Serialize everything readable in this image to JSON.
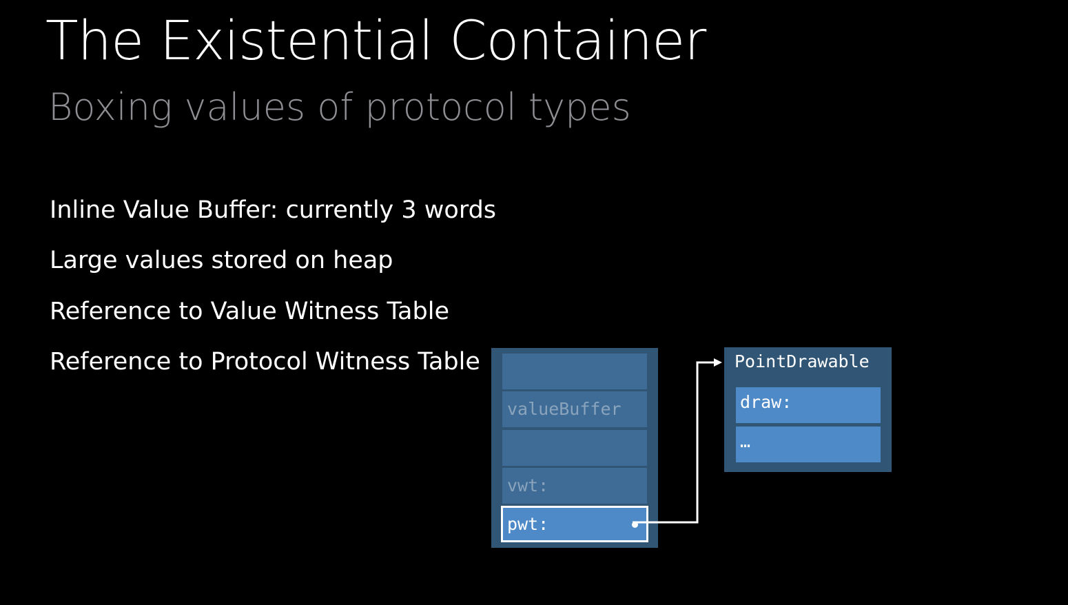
{
  "slide": {
    "title": "The Existential Container",
    "subtitle": "Boxing values of protocol types"
  },
  "bullets": [
    "Inline Value Buffer: currently 3 words",
    "Large values stored on heap",
    "Reference to Value Witness Table",
    "Reference to Protocol Witness Table"
  ],
  "container": {
    "cells": [
      "",
      "valueBuffer",
      "",
      "vwt:",
      "pwt:"
    ]
  },
  "witness_table": {
    "title": "PointDrawable",
    "entries": [
      "draw:",
      "…"
    ]
  },
  "colors": {
    "background": "#000000",
    "box_dark": "#305575",
    "cell_dim": "#3f6c96",
    "cell_highlight": "#4f8ac8",
    "text_dim": "#8aa4bd"
  }
}
